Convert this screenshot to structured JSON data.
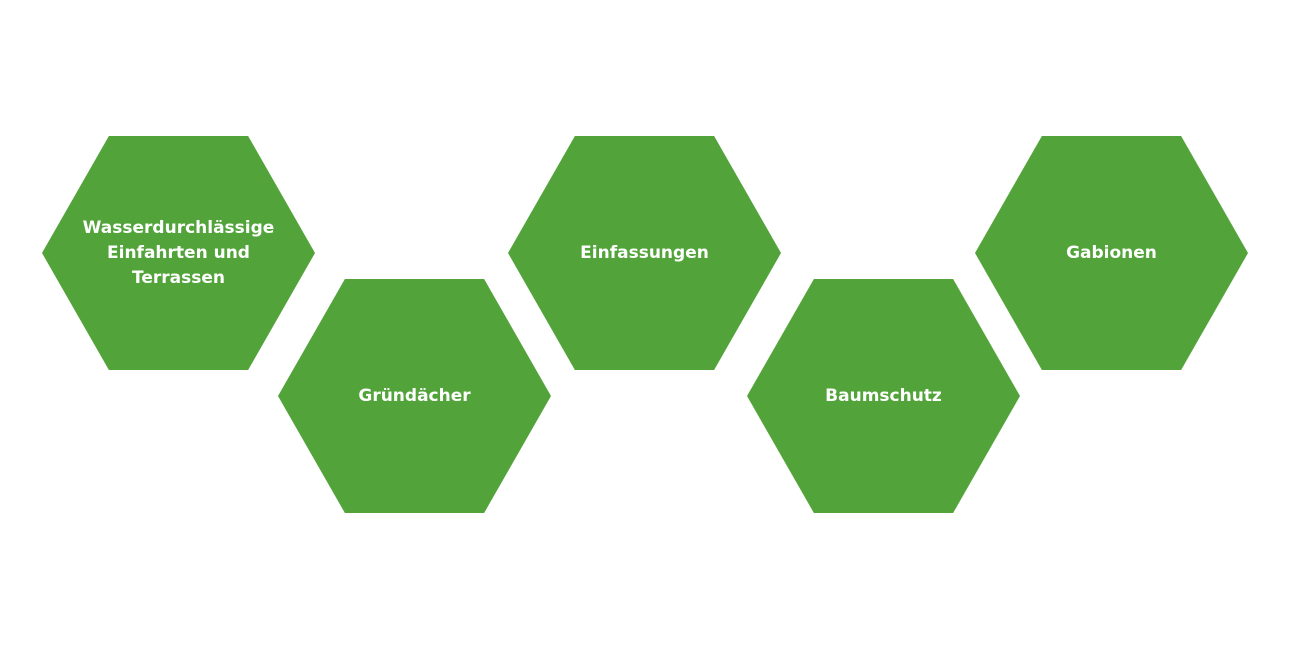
{
  "color": "#52a43a",
  "items": [
    {
      "label": "Wasserdurchlässige Einfahrten und Terrassen"
    },
    {
      "label": "Gründächer"
    },
    {
      "label": "Einfassungen"
    },
    {
      "label": "Baumschutz"
    },
    {
      "label": "Gabionen"
    }
  ]
}
